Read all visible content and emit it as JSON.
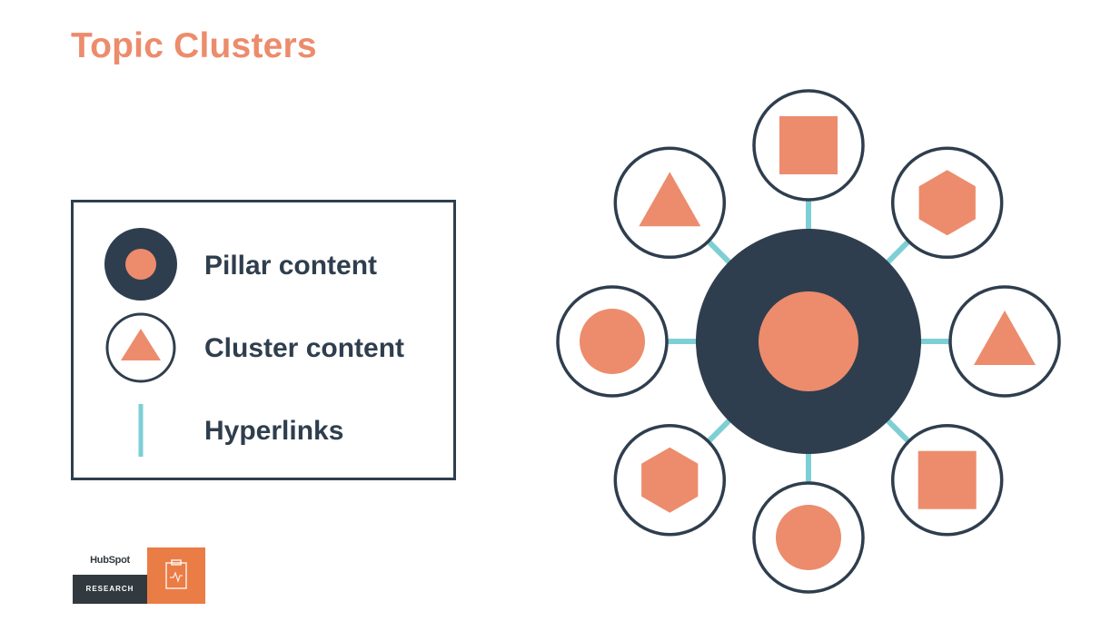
{
  "title": "Topic Clusters",
  "colors": {
    "accent": "#ec8c6c",
    "title": "#ec8c6c",
    "dark": "#2f3e4e",
    "link": "#7ecfd5",
    "text": "#2f3e4e",
    "logo_orange": "#ea7c45",
    "logo_dark": "#323a3f"
  },
  "legend": {
    "items": [
      {
        "label": "Pillar content",
        "icon": "pillar-icon"
      },
      {
        "label": "Cluster content",
        "icon": "cluster-triangle-icon"
      },
      {
        "label": "Hyperlinks",
        "icon": "hyperlink-line-icon"
      }
    ]
  },
  "logo": {
    "brand": "HubSpot",
    "sub": "RESEARCH",
    "icon": "clipboard-icon"
  },
  "diagram": {
    "pillar": {
      "shape": "circle"
    },
    "clusters": [
      {
        "position": "top",
        "shape": "square"
      },
      {
        "position": "top-right",
        "shape": "hexagon"
      },
      {
        "position": "right",
        "shape": "triangle"
      },
      {
        "position": "bottom-right",
        "shape": "square"
      },
      {
        "position": "bottom",
        "shape": "circle"
      },
      {
        "position": "bottom-left",
        "shape": "hexagon"
      },
      {
        "position": "left",
        "shape": "circle"
      },
      {
        "position": "top-left",
        "shape": "triangle"
      }
    ]
  }
}
